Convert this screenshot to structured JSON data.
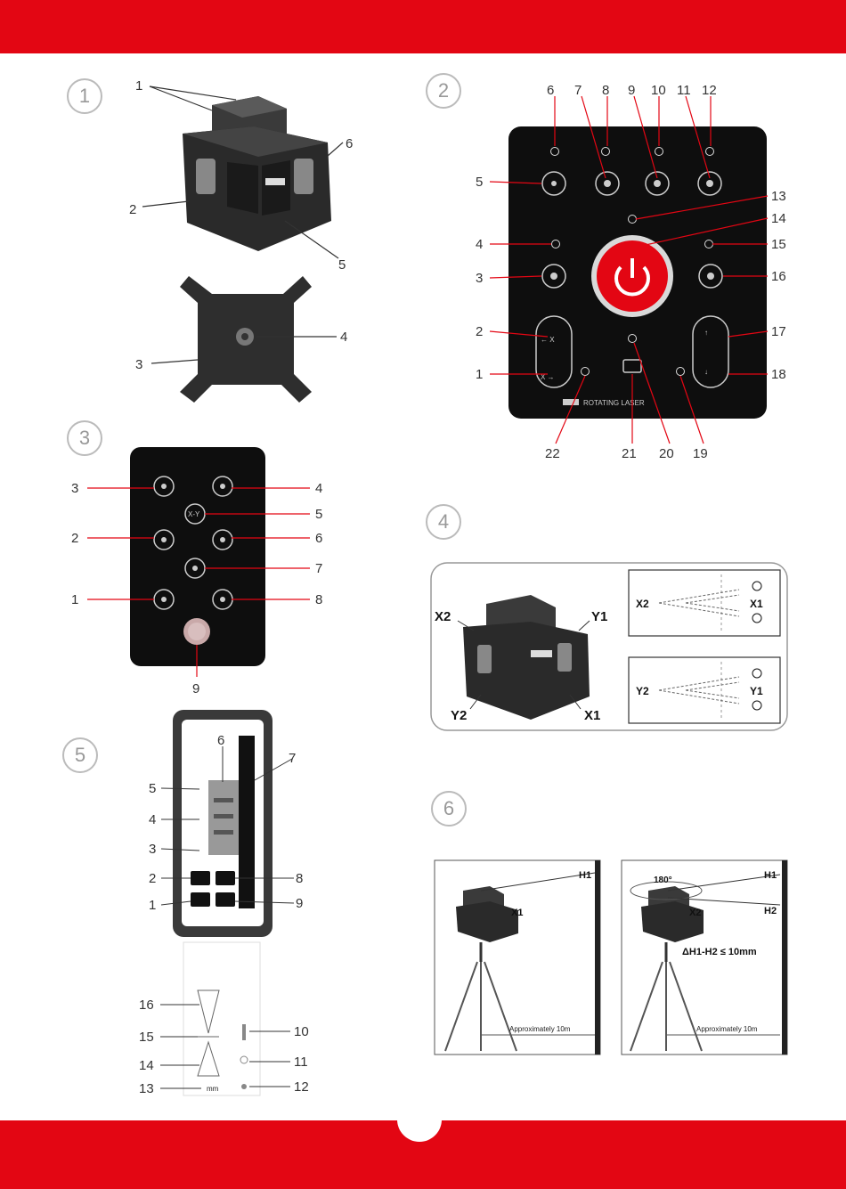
{
  "sections": [
    "1",
    "2",
    "3",
    "4",
    "5",
    "6"
  ],
  "fig1": {
    "callouts": [
      "1",
      "2",
      "6",
      "5",
      "4",
      "3"
    ]
  },
  "fig2": {
    "top": [
      "6",
      "7",
      "8",
      "9",
      "10",
      "11",
      "12"
    ],
    "left": [
      "5",
      "4",
      "3",
      "2",
      "1"
    ],
    "right": [
      "13",
      "14",
      "15",
      "16",
      "17",
      "18"
    ],
    "bottom": [
      "22",
      "21",
      "20",
      "19"
    ],
    "x_left": "← X",
    "x_right": "X →",
    "brand_text": "ROTATING LASER"
  },
  "fig3": {
    "left": [
      "3",
      "2",
      "1"
    ],
    "right": [
      "4",
      "5",
      "6",
      "7",
      "8"
    ],
    "bottom": "9",
    "xy_button": "X-Y"
  },
  "fig4": {
    "labels": [
      "X2",
      "Y1",
      "Y2",
      "X1"
    ],
    "diagram_x": {
      "left": "X2",
      "right": "X1"
    },
    "diagram_y": {
      "left": "Y2",
      "right": "Y1"
    }
  },
  "fig5": {
    "left": [
      "5",
      "4",
      "3",
      "2",
      "1"
    ],
    "top": "6",
    "right": [
      "7",
      "8",
      "9"
    ],
    "bottom_left": [
      "16",
      "15",
      "14",
      "13"
    ],
    "bottom_right": [
      "10",
      "11",
      "12"
    ]
  },
  "fig6": {
    "panel1": {
      "h": "H1",
      "x": "X1",
      "distance": "Approximately 10m"
    },
    "panel2": {
      "angle": "180°",
      "h1": "H1",
      "h2": "H2",
      "x": "X2",
      "formula": "ΔH1-H2 ≤ 10mm",
      "distance": "Approximately 10m"
    }
  },
  "colors": {
    "brand_red": "#e30613",
    "panel_black": "#111111",
    "callout_red": "#e30613"
  }
}
